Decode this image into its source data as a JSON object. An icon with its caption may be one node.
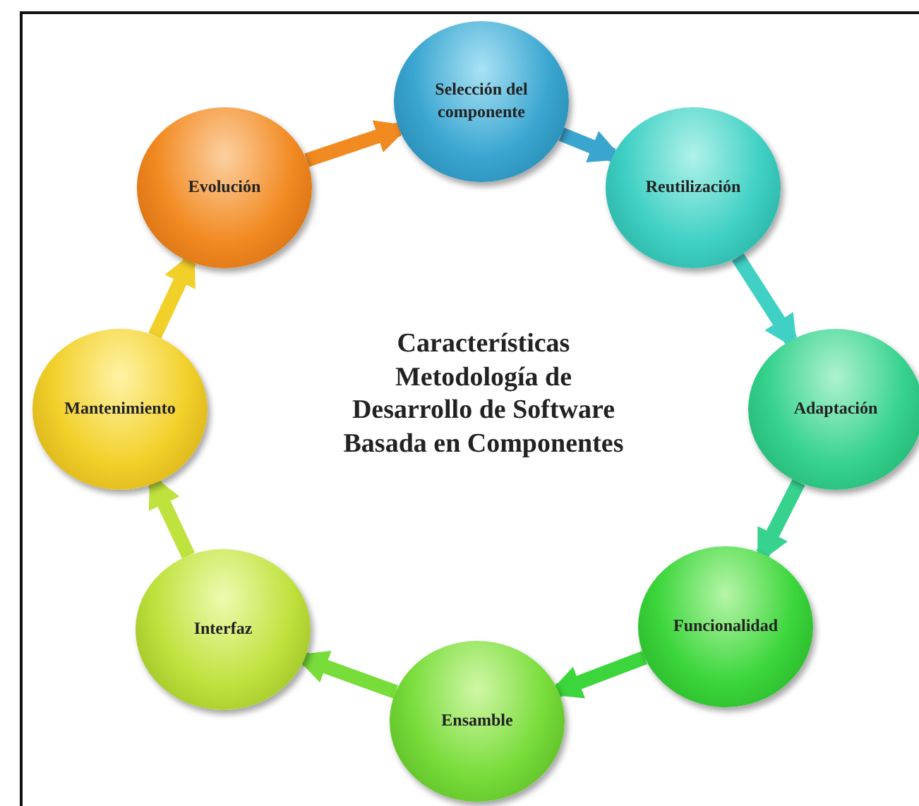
{
  "diagram": {
    "title": "Características Metodología de Desarrollo de Software Basada en Componentes",
    "nodes": [
      {
        "text": [
          "Selección del componente"
        ]
      },
      {
        "text": [
          "Reutilización"
        ]
      },
      {
        "text": [
          "Adaptación"
        ]
      },
      {
        "text": [
          "Funcionalidad"
        ]
      },
      {
        "text": [
          "Ensamble"
        ]
      },
      {
        "text": [
          "Interfaz"
        ]
      },
      {
        "text": [
          "Mantenimiento"
        ]
      },
      {
        "text": [
          "Evolución"
        ]
      }
    ],
    "edges": [
      {
        "from": 0,
        "to": 1,
        "arrow": "to",
        "color": "#3aa6d0"
      },
      {
        "from": 1,
        "to": 2,
        "arrow": "to",
        "color": "#40d0c4"
      },
      {
        "from": 2,
        "to": 3,
        "arrow": "to",
        "color": "#36d28e"
      },
      {
        "from": 3,
        "to": 4,
        "arrow": "to",
        "color": "#3cd63c"
      },
      {
        "from": 4,
        "to": 5,
        "arrow": "to",
        "color": "#78dc3a"
      },
      {
        "from": 5,
        "to": 6,
        "arrow": "to",
        "color": "#bfe23e"
      },
      {
        "from": 6,
        "to": 7,
        "arrow": "to",
        "color": "#f2d02a"
      },
      {
        "from": 7,
        "to": 0,
        "arrow": "to",
        "color": "#f28a22"
      }
    ]
  }
}
